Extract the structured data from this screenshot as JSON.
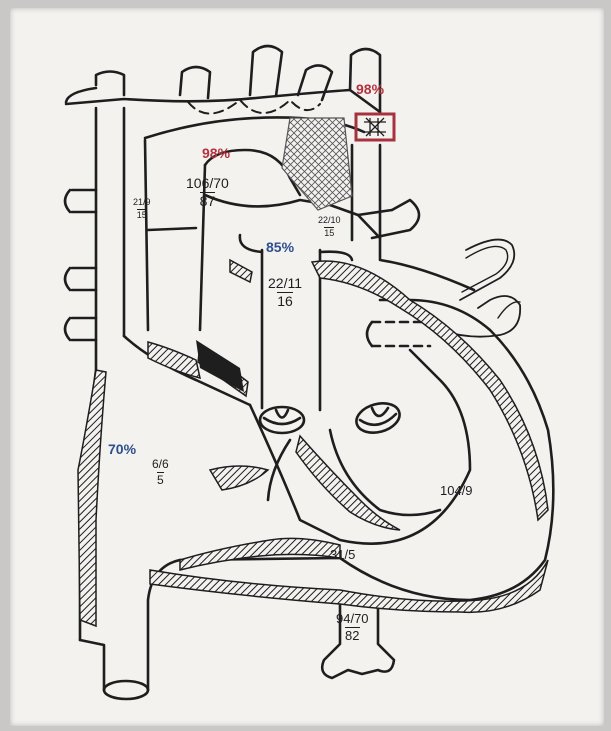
{
  "saturations": {
    "aorta_arch": "98%",
    "descending_aorta": "98%",
    "pulmonary_artery": "85%",
    "right_atrium": "70%"
  },
  "pressures": {
    "ascending_aorta": {
      "top": "106/70",
      "bottom": "87"
    },
    "svc": {
      "top": "21/9",
      "bottom": "15"
    },
    "left_pa": {
      "top": "22/10",
      "bottom": "15"
    },
    "main_pa": {
      "top": "22/11",
      "bottom": "16"
    },
    "right_atrium": {
      "top": "6/6",
      "bottom": "5"
    },
    "left_ventricle": {
      "value": "104/9"
    },
    "right_ventricle": {
      "value": "31/5"
    },
    "ivc_bottom": {
      "top": "94/70",
      "bottom": "82"
    }
  },
  "colors": {
    "saturation_red": "#b5323f",
    "saturation_blue": "#2d4f8e",
    "line": "#1e1e1e",
    "paper": "#f3f2ef"
  },
  "icons": {
    "stent": "stent-icon"
  }
}
